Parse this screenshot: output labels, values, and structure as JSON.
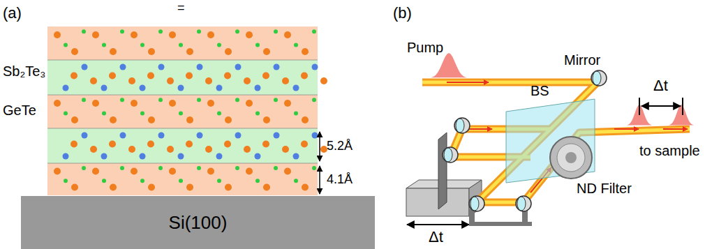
{
  "diagram": {
    "nodes": [
      {
        "text": [
          "Si(100)"
        ]
      }
    ],
    "labels": [
      "(a)",
      "=",
      "Sb₂Te₃",
      "GeTe",
      "5.2Å",
      "4.1Å",
      "(b)",
      "Pump",
      "Mirror",
      "BS",
      "Δt",
      "to sample",
      "ND Filter",
      "Δt"
    ]
  }
}
